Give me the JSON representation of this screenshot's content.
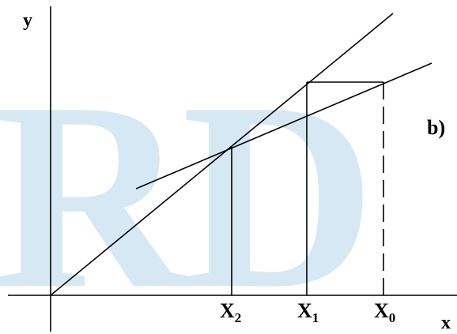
{
  "watermark": {
    "text": "RD",
    "color": "#d6e8f4"
  },
  "axes": {
    "y_label": "y",
    "x_label": "x"
  },
  "ticks": [
    {
      "base": "X",
      "sub": "2"
    },
    {
      "base": "X",
      "sub": "1"
    },
    {
      "base": "X",
      "sub": "0"
    }
  ],
  "panel_label": "b)",
  "colors": {
    "ink": "#000000",
    "background": "#ffffff"
  }
}
